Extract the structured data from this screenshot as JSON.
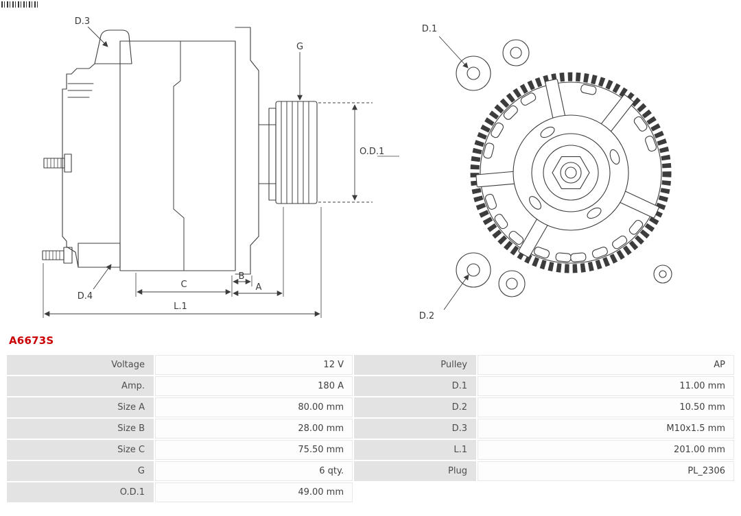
{
  "part_number": "A6673S",
  "colors": {
    "part_number_red": "#cb0005",
    "table_label_bg": "#e3e3e3",
    "table_value_bg": "#fdfdfd",
    "drawing_line": "#3c3c3c"
  },
  "drawing": {
    "side_view": {
      "labels": {
        "d3": "D.3",
        "d4": "D.4",
        "g": "G",
        "od1": "O.D.1",
        "a": "A",
        "b": "B",
        "c": "C",
        "l1": "L.1"
      }
    },
    "front_view": {
      "labels": {
        "d1": "D.1",
        "d2": "D.2"
      }
    }
  },
  "table": {
    "rows": [
      {
        "label": "Voltage",
        "value": "12 V",
        "label2": "Pulley",
        "value2": "AP"
      },
      {
        "label": "Amp.",
        "value": "180 A",
        "label2": "D.1",
        "value2": "11.00 mm"
      },
      {
        "label": "Size A",
        "value": "80.00 mm",
        "label2": "D.2",
        "value2": "10.50 mm"
      },
      {
        "label": "Size B",
        "value": "28.00 mm",
        "label2": "D.3",
        "value2": "M10x1.5 mm"
      },
      {
        "label": "Size C",
        "value": "75.50 mm",
        "label2": "L.1",
        "value2": "201.00 mm"
      },
      {
        "label": "G",
        "value": "6 qty.",
        "label2": "Plug",
        "value2": "PL_2306"
      },
      {
        "label": "O.D.1",
        "value": "49.00 mm",
        "label2": "",
        "value2": ""
      }
    ]
  }
}
